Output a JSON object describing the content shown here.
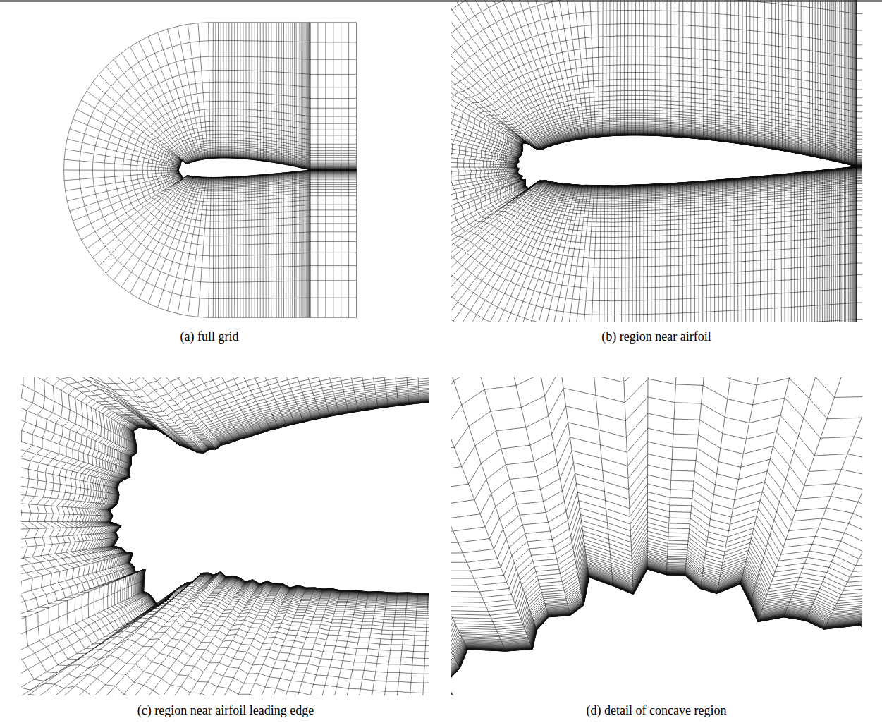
{
  "diagram": {
    "labels": [
      "(a) full grid",
      "(b) region near airfoil",
      "(c) region near airfoil leading edge",
      "(d) detail of concave region"
    ]
  }
}
